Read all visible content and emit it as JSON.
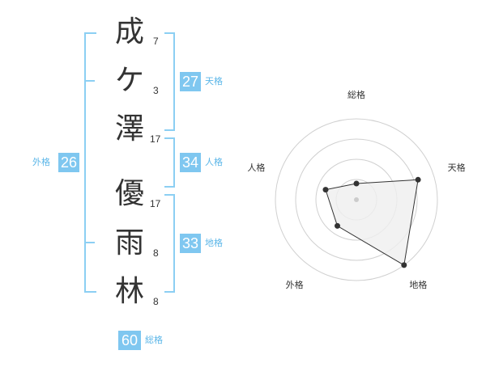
{
  "name_chars": [
    {
      "char": "成",
      "strokes": "7"
    },
    {
      "char": "ケ",
      "strokes": "3"
    },
    {
      "char": "澤",
      "strokes": "17"
    },
    {
      "char": "優",
      "strokes": "17"
    },
    {
      "char": "雨",
      "strokes": "8"
    },
    {
      "char": "林",
      "strokes": "8"
    }
  ],
  "kakusu": {
    "tenkaku": {
      "value": "27",
      "label": "天格"
    },
    "jinkaku": {
      "value": "34",
      "label": "人格"
    },
    "chikaku": {
      "value": "33",
      "label": "地格"
    },
    "gaikaku": {
      "value": "26",
      "label": "外格"
    },
    "soukaku": {
      "value": "60",
      "label": "総格"
    }
  },
  "chart_data": {
    "type": "radar",
    "axes": [
      "総格",
      "天格",
      "地格",
      "外格",
      "人格"
    ],
    "values": [
      1,
      4,
      5,
      2,
      2
    ],
    "rmax": 5,
    "rings": 4,
    "colors": {
      "grid": "#d0d0d0",
      "fill": "#efefef",
      "line": "#333333",
      "point": "#333333",
      "center": "#cccccc"
    }
  }
}
